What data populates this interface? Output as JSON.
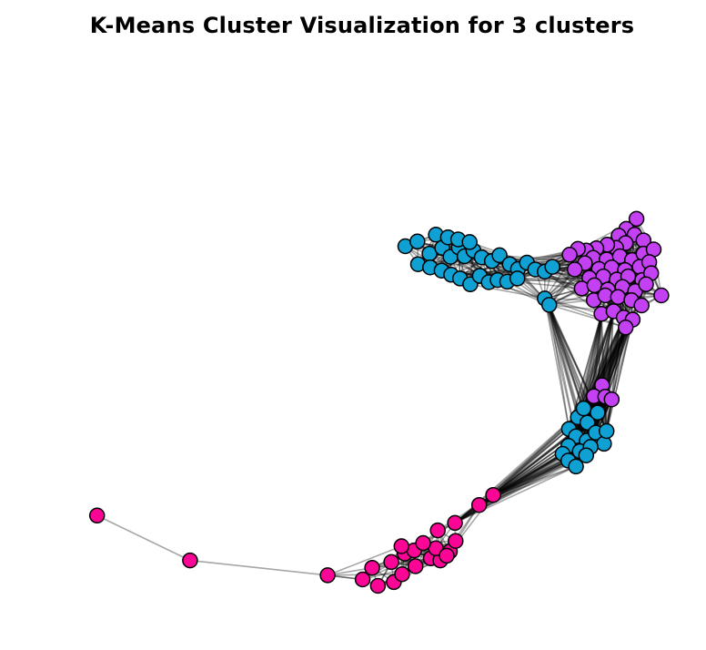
{
  "chart_data": {
    "type": "scatter",
    "title": "K-Means Cluster Visualization for 3 clusters",
    "xlabel": "",
    "ylabel": "",
    "axes_visible": false,
    "grid": false,
    "legend": "none",
    "edge_color": "#000000",
    "edge_opacity": 0.35,
    "node_outline_color": "#000000",
    "xlim": [
      0,
      100
    ],
    "ylim": [
      0,
      100
    ],
    "series": [
      {
        "color": "#0fa1d3",
        "points": [
          [
            58.5,
            70.6
          ],
          [
            60.4,
            71.5
          ],
          [
            62.3,
            69.2
          ],
          [
            64.3,
            70.3
          ],
          [
            65.6,
            68.6
          ],
          [
            66.9,
            70.4
          ],
          [
            67.8,
            68.7
          ],
          [
            69.2,
            69.8
          ],
          [
            70.5,
            68.5
          ],
          [
            72.1,
            67.8
          ],
          [
            73.3,
            68.9
          ],
          [
            74.9,
            67.2
          ],
          [
            76.2,
            66.3
          ],
          [
            77.6,
            67.5
          ],
          [
            78.9,
            66.2
          ],
          [
            80.4,
            65.8
          ],
          [
            81.6,
            66.7
          ],
          [
            60.5,
            67.2
          ],
          [
            62.4,
            66.6
          ],
          [
            64.2,
            66.0
          ],
          [
            65.7,
            65.2
          ],
          [
            67.1,
            64.5
          ],
          [
            68.7,
            63.4
          ],
          [
            70.2,
            65.0
          ],
          [
            71.6,
            63.8
          ],
          [
            73.0,
            64.2
          ],
          [
            74.5,
            63.9
          ],
          [
            76.1,
            64.5
          ],
          [
            63.3,
            72.8
          ],
          [
            65.2,
            72.3
          ],
          [
            66.8,
            71.9
          ],
          [
            68.6,
            71.4
          ],
          [
            80.4,
            60.7
          ],
          [
            81.1,
            59.5
          ],
          [
            85.6,
            38.2
          ],
          [
            86.5,
            39.9
          ],
          [
            87.1,
            37.2
          ],
          [
            88.7,
            39.1
          ],
          [
            84.2,
            36.0
          ],
          [
            85.3,
            34.6
          ],
          [
            87.0,
            33.8
          ],
          [
            88.4,
            35.3
          ],
          [
            89.7,
            33.2
          ],
          [
            90.1,
            35.6
          ],
          [
            84.1,
            32.8
          ],
          [
            85.9,
            31.8
          ],
          [
            87.6,
            32.6
          ],
          [
            83.2,
            31.3
          ],
          [
            84.1,
            30.0
          ],
          [
            85.3,
            28.9
          ],
          [
            86.9,
            31.0
          ]
        ]
      },
      {
        "color": "#c340f3",
        "points": [
          [
            94.8,
            75.8
          ],
          [
            93.2,
            73.9
          ],
          [
            92.0,
            72.6
          ],
          [
            94.5,
            72.8
          ],
          [
            95.9,
            71.7
          ],
          [
            93.1,
            71.2
          ],
          [
            91.6,
            70.3
          ],
          [
            90.2,
            70.9
          ],
          [
            88.5,
            70.2
          ],
          [
            86.9,
            69.8
          ],
          [
            85.6,
            70.1
          ],
          [
            84.3,
            69.0
          ],
          [
            88.0,
            68.4
          ],
          [
            90.1,
            68.1
          ],
          [
            92.2,
            68.7
          ],
          [
            94.1,
            68.0
          ],
          [
            95.9,
            69.2
          ],
          [
            97.5,
            70.0
          ],
          [
            86.7,
            67.4
          ],
          [
            88.9,
            66.3
          ],
          [
            90.9,
            66.6
          ],
          [
            93.0,
            66.1
          ],
          [
            95.3,
            66.7
          ],
          [
            96.8,
            67.6
          ],
          [
            85.1,
            66.2
          ],
          [
            87.4,
            64.6
          ],
          [
            89.6,
            64.9
          ],
          [
            91.7,
            64.3
          ],
          [
            93.5,
            64.9
          ],
          [
            95.7,
            64.2
          ],
          [
            97.1,
            65.5
          ],
          [
            86.2,
            62.6
          ],
          [
            88.2,
            63.2
          ],
          [
            90.3,
            62.4
          ],
          [
            92.6,
            62.9
          ],
          [
            94.6,
            62.1
          ],
          [
            96.3,
            63.4
          ],
          [
            98.7,
            61.3
          ],
          [
            88.1,
            60.4
          ],
          [
            89.9,
            61.3
          ],
          [
            91.9,
            61.0
          ],
          [
            94.0,
            60.4
          ],
          [
            95.6,
            59.4
          ],
          [
            89.3,
            57.8
          ],
          [
            91.2,
            58.3
          ],
          [
            92.8,
            57.1
          ],
          [
            94.2,
            56.7
          ],
          [
            93.1,
            55.2
          ],
          [
            89.4,
            44.3
          ],
          [
            88.1,
            42.2
          ],
          [
            89.9,
            42.1
          ],
          [
            90.9,
            41.6
          ]
        ]
      },
      {
        "color": "#fb0596",
        "points": [
          [
            10.1,
            19.6
          ],
          [
            24.7,
            11.1
          ],
          [
            46.3,
            8.3
          ],
          [
            53.3,
            9.7
          ],
          [
            51.8,
            7.5
          ],
          [
            54.2,
            6.3
          ],
          [
            56.7,
            7.0
          ],
          [
            58.0,
            8.5
          ],
          [
            60.1,
            10.0
          ],
          [
            56.3,
            10.8
          ],
          [
            58.4,
            12.4
          ],
          [
            59.9,
            13.0
          ],
          [
            62.5,
            11.5
          ],
          [
            64.0,
            11.1
          ],
          [
            63.3,
            13.4
          ],
          [
            65.5,
            12.8
          ],
          [
            66.4,
            14.8
          ],
          [
            65.0,
            12.0
          ],
          [
            63.6,
            16.8
          ],
          [
            57.9,
            13.8
          ],
          [
            61.3,
            14.4
          ],
          [
            66.3,
            18.2
          ],
          [
            70.1,
            21.6
          ],
          [
            72.3,
            23.5
          ]
        ]
      }
    ]
  }
}
